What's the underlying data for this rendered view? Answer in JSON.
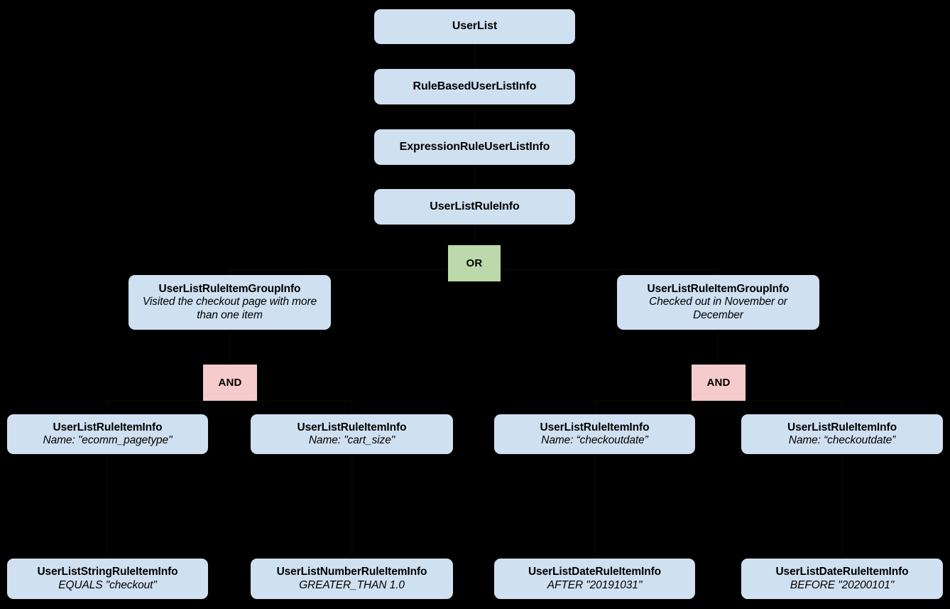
{
  "diagram": {
    "type": "hierarchy-tree",
    "background_color": "#000000",
    "node_fill_color": "#cfe0f1",
    "or_badge_color": "#bcd9ab",
    "and_badge_color": "#f5cbcb",
    "spine": [
      {
        "id": "userlist",
        "title": "UserList"
      },
      {
        "id": "rulebaseduserlistinfo",
        "title": "RuleBasedUserListInfo"
      },
      {
        "id": "expressionruleuserlistinfo",
        "title": "ExpressionRuleUserListInfo"
      },
      {
        "id": "userlistruleinfo",
        "title": "UserListRuleInfo"
      }
    ],
    "root_operator": {
      "id": "or-operator",
      "label": "OR"
    },
    "groups": [
      {
        "id": "group-left",
        "title": "UserListRuleItemGroupInfo",
        "description": "Visited the checkout page with more than one item",
        "operator": {
          "id": "and-operator-left",
          "label": "AND"
        }
      },
      {
        "id": "group-right",
        "title": "UserListRuleItemGroupInfo",
        "description": "Checked out in November or December",
        "operator": {
          "id": "and-operator-right",
          "label": "AND"
        }
      }
    ],
    "rule_items": [
      {
        "id": "rule-item-1",
        "title": "UserListRuleItemInfo",
        "description": "Name: \"ecomm_pagetype\""
      },
      {
        "id": "rule-item-2",
        "title": "UserListRuleItemInfo",
        "description": "Name: \"cart_size\""
      },
      {
        "id": "rule-item-3",
        "title": "UserListRuleItemInfo",
        "description": "Name: “checkoutdate”"
      },
      {
        "id": "rule-item-4",
        "title": "UserListRuleItemInfo",
        "description": "Name: “checkoutdate”"
      }
    ],
    "leaf_items": [
      {
        "id": "leaf-string",
        "title": "UserListStringRuleItemInfo",
        "description": "EQUALS \"checkout\""
      },
      {
        "id": "leaf-number",
        "title": "UserListNumberRuleItemInfo",
        "description": "GREATER_THAN 1.0"
      },
      {
        "id": "leaf-date-after",
        "title": "UserListDateRuleItemInfo",
        "description": "AFTER \"20191031\""
      },
      {
        "id": "leaf-date-before",
        "title": "UserListDateRuleItemInfo",
        "description": "BEFORE \"20200101\""
      }
    ]
  }
}
